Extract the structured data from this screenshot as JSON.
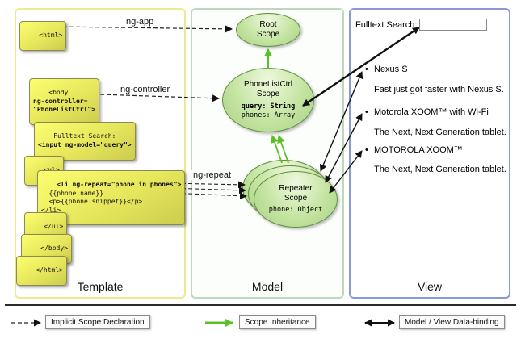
{
  "columns": {
    "template": "Template",
    "model": "Model",
    "view": "View"
  },
  "code": {
    "html_open": "<html>",
    "body_open_tag": "<body\n",
    "body_open_attr": "ng-controller=\n\"PhoneListCtrl\">",
    "fulltext_label": "Fulltext Search:\n",
    "fulltext_input": "<input ng-model=\"query\">",
    "ul_open": "<ul>",
    "li_open": "<li ng-repeat=\"phone in phones\">\n",
    "li_body": "  {{phone.name}}\n  <p>{{phone.snippet}}</p>\n</li>",
    "ul_close": "</ul>",
    "body_close": "</body>",
    "html_close": "</html>"
  },
  "arrow_labels": {
    "ng_app": "ng-app",
    "ng_controller": "ng-controller",
    "ng_repeat": "ng-repeat"
  },
  "scopes": {
    "root": {
      "title": "Root\nScope"
    },
    "phonelist": {
      "title": "PhoneListCtrl\nScope",
      "prop1": "query: String",
      "prop2": "phones: Array"
    },
    "repeater": {
      "title": "Repeater\nScope",
      "prop1": "phone: Object"
    }
  },
  "view": {
    "search_label": "Fulltext Search:",
    "search_value": "",
    "bullet": "•",
    "items": [
      {
        "title": "Nexus S",
        "desc": "Fast just got faster with Nexus S."
      },
      {
        "title": "Motorola XOOM™ with Wi-Fi",
        "desc": "The Next, Next Generation tablet."
      },
      {
        "title": "MOTOROLA XOOM™",
        "desc": "The Next, Next Generation tablet."
      }
    ]
  },
  "legend": {
    "implicit": "Implicit Scope Declaration",
    "inheritance": "Scope Inheritance",
    "databinding": "Model / View Data-binding"
  }
}
